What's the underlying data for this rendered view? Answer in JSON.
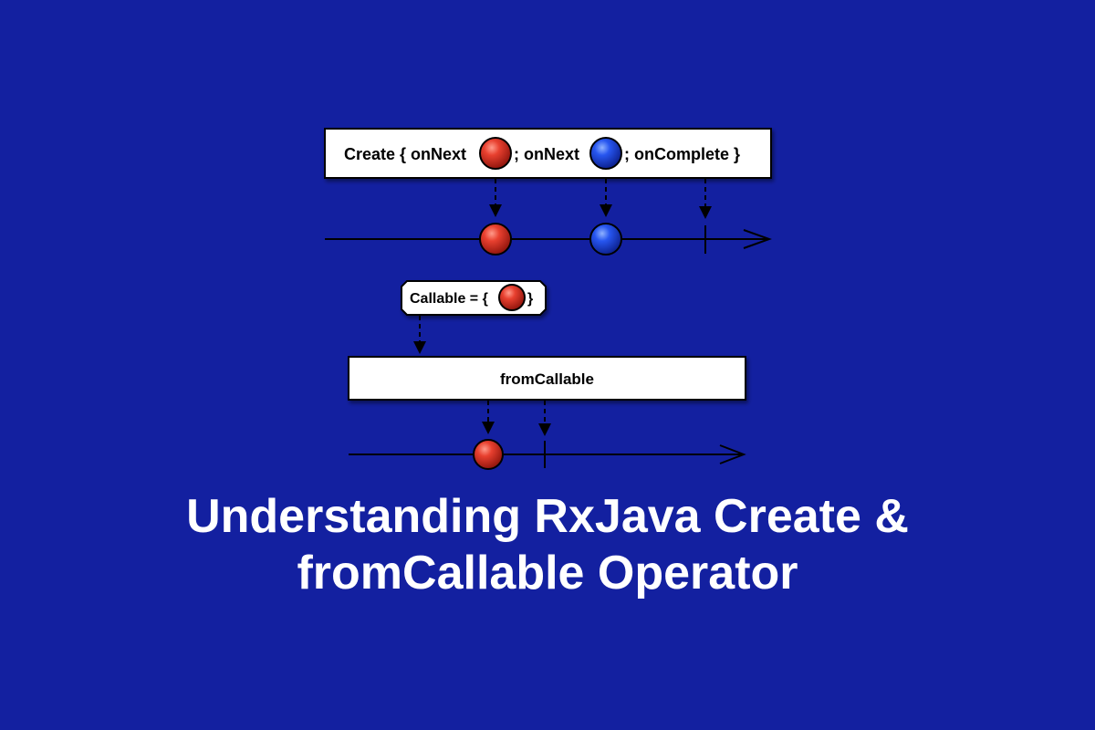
{
  "colors": {
    "background": "#1320A0",
    "box_fill": "#ffffff",
    "line": "#000000",
    "title_text": "#ffffff",
    "red_marble": "#d42a1c",
    "blue_marble": "#1a45e8"
  },
  "icons": {
    "marble": "circle-marble",
    "arrow": "open-chevron-arrowhead",
    "completion": "vertical-tick"
  },
  "create_box": {
    "prefix": "Create { onNext",
    "middle": "; onNext",
    "suffix": "; onComplete }"
  },
  "callable_box": {
    "prefix": "Callable = {",
    "suffix": "}"
  },
  "operator_box": {
    "label": "fromCallable"
  },
  "title": {
    "line1": "Understanding RxJava Create &",
    "line2": "fromCallable Operator"
  }
}
